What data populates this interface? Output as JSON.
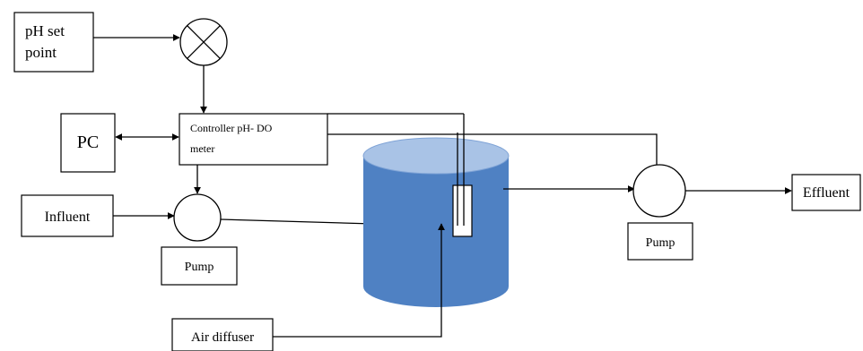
{
  "colors": {
    "tank_body": "#4f81c3",
    "tank_top": "#a9c3e6",
    "tank_top_edge": "#7fa3d6",
    "line": "#000000"
  },
  "labels": {
    "ph_setpoint_line1": "pH set",
    "ph_setpoint_line2": "point",
    "pc": "PC",
    "controller_line1": "Controller pH- DO",
    "controller_line2": "meter",
    "influent": "Influent",
    "pump_left": "Pump",
    "pump_right": "Pump",
    "effluent": "Effluent",
    "air_diffuser": "Air diffuser"
  },
  "icons": {
    "comparator": "summing-junction-x-icon",
    "pump": "pump-circle-icon",
    "tank": "reactor-tank-icon",
    "probe": "ph-do-probe-icon"
  }
}
